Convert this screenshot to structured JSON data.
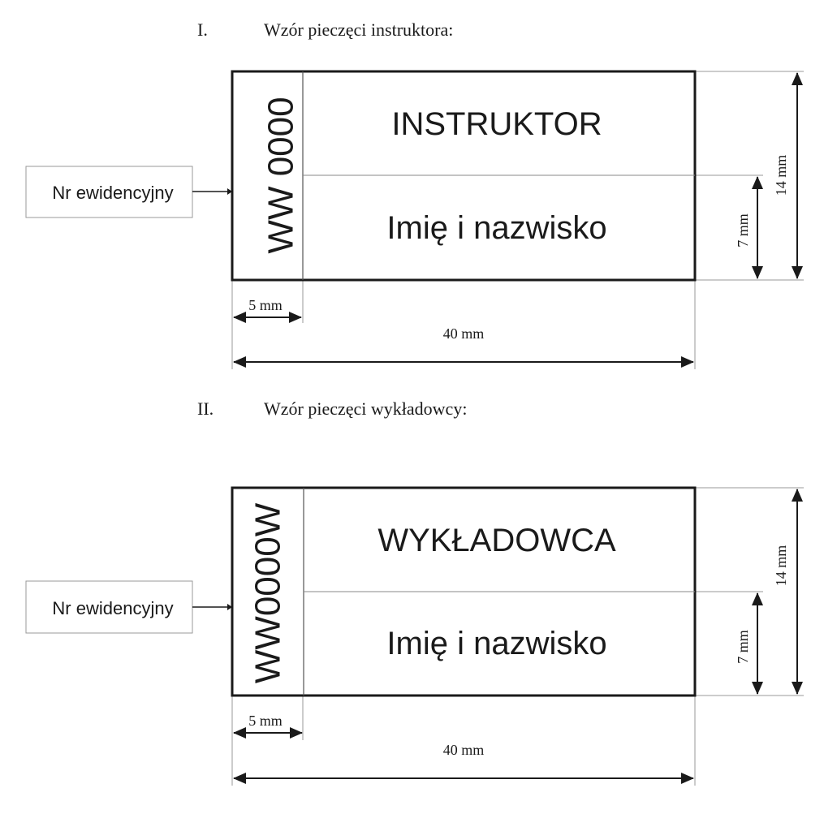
{
  "sections": [
    {
      "numeral": "I.",
      "heading": "Wzór pieczęci instruktora:",
      "stamp": {
        "id_number": "WW 0000",
        "title": "INSTRUKTOR",
        "name_placeholder": "Imię i nazwisko"
      },
      "callout_label": "Nr ewidencyjny",
      "dimensions": {
        "id_column_width": "5 mm",
        "total_width": "40 mm",
        "half_height": "7 mm",
        "total_height": "14 mm"
      }
    },
    {
      "numeral": "II.",
      "heading": "Wzór pieczęci wykładowcy:",
      "stamp": {
        "id_number": "WW0000W",
        "title": "WYKŁADOWCA",
        "name_placeholder": "Imię i nazwisko"
      },
      "callout_label": "Nr ewidencyjny",
      "dimensions": {
        "id_column_width": "5 mm",
        "total_width": "40 mm",
        "half_height": "7 mm",
        "total_height": "14 mm"
      }
    }
  ],
  "colors": {
    "ink": "#1a1a1a",
    "guide": "#9a9a9a"
  }
}
